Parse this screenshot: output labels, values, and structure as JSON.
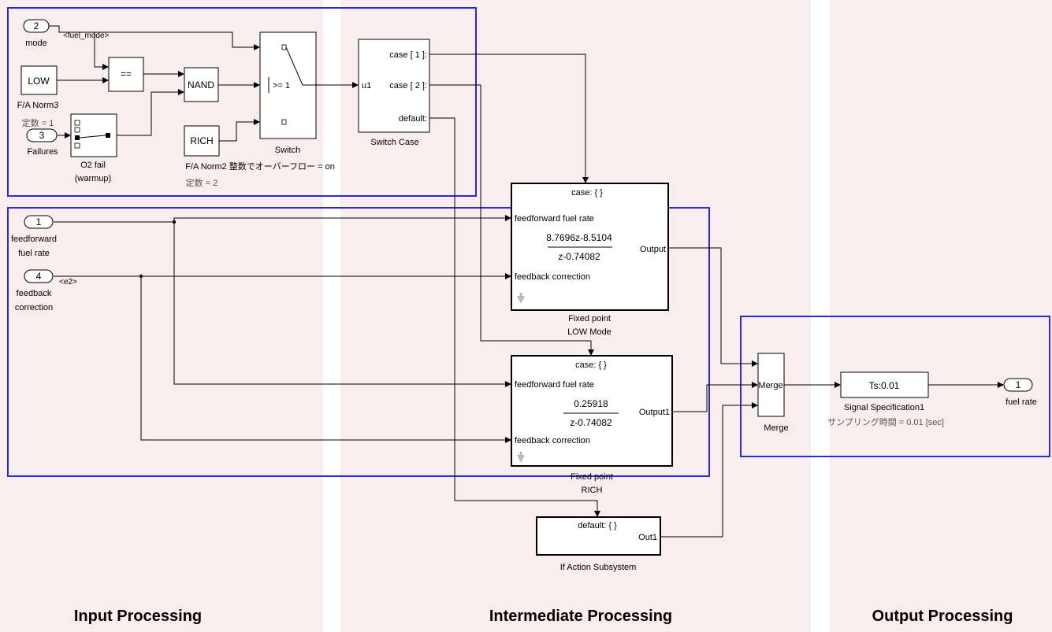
{
  "sections": {
    "input": "Input Processing",
    "intermediate": "Intermediate Processing",
    "output": "Output Processing"
  },
  "colors": {
    "section_bg": "#f9eded",
    "group_border": "#2a2ae6"
  },
  "inports": {
    "mode": {
      "num": "2",
      "name": "mode"
    },
    "failures": {
      "num": "3",
      "name": "Failures"
    },
    "ff": {
      "num": "1",
      "name_line1": "feedforward",
      "name_line2": "fuel rate"
    },
    "fb": {
      "num": "4",
      "name_line1": "feedback",
      "name_line2": "correction"
    }
  },
  "outport": {
    "num": "1",
    "name": "fuel rate"
  },
  "blocks": {
    "low": {
      "label": "LOW",
      "caption": "F/A Norm3",
      "param": "定数 = 1"
    },
    "rich": {
      "label": "RICH",
      "caption": "F/A Norm2 整数でオーバーフロー = on",
      "param": "定数 = 2"
    },
    "equal": {
      "label": "=="
    },
    "nand": {
      "label": "NAND"
    },
    "o2fail": {
      "caption_line1": "O2 fail",
      "caption_line2": "(warmup)"
    },
    "switch": {
      "threshold": ">= 1",
      "caption": "Switch"
    },
    "switch_case": {
      "input": "u1",
      "case1": "case [ 1 ]:",
      "case2": "case [ 2 ]:",
      "default": "default:",
      "caption": "Switch Case"
    },
    "low_mode": {
      "header": "case: { }",
      "in1": "feedforward fuel rate",
      "numerator": "8.7696z-8.5104",
      "denominator": "z-0.74082",
      "out": "Output",
      "in2": "feedback correction",
      "caption_line1": "Fixed point",
      "caption_line2": "LOW Mode"
    },
    "rich_mode": {
      "header": "case: { }",
      "in1": "feedforward fuel rate",
      "numerator": "0.25918",
      "denominator": "z-0.74082",
      "out": "Output1",
      "in2": "feedback correction",
      "caption_line1": "Fixed point",
      "caption_line2": "RICH"
    },
    "if_action": {
      "header": "default: { }",
      "out": "Out1",
      "caption": "If Action Subsystem"
    },
    "merge": {
      "label": "Merge",
      "caption": "Merge"
    },
    "sigspec": {
      "label": "Ts:0.01",
      "caption": "Signal Specification1",
      "param": "サンプリング時間 = 0.01 [sec]"
    }
  },
  "signals": {
    "fuel_mode": "<fuel_mode>",
    "e2": "<e2>"
  }
}
